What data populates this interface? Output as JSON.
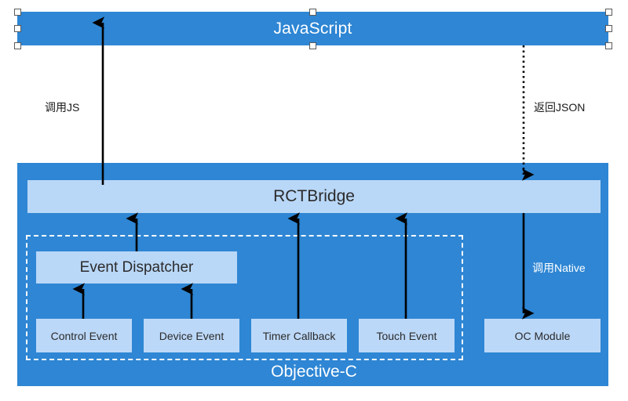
{
  "diagram": {
    "title_block": {
      "label": "JavaScript"
    },
    "native_block": {
      "caption": "Objective-C",
      "bridge": {
        "label": "RCTBridge"
      },
      "dispatcher": {
        "label": "Event Dispatcher"
      },
      "event_sources": [
        {
          "label": "Control Event"
        },
        {
          "label": "Device Event"
        },
        {
          "label": "Timer Callback"
        },
        {
          "label": "Touch Event"
        }
      ],
      "module": {
        "label": "OC Module"
      }
    },
    "edges": [
      {
        "name": "call-js",
        "label": "调用JS",
        "style": "solid",
        "direction": "up"
      },
      {
        "name": "return-json",
        "label": "返回JSON",
        "style": "dotted",
        "direction": "down"
      },
      {
        "name": "call-native",
        "label": "调用Native",
        "style": "solid",
        "direction": "down"
      }
    ],
    "colors": {
      "brand_blue": "#2E86D4",
      "light_blue": "#B9D7F7",
      "arrow": "#000000",
      "dashed_border": "#ffffff",
      "text_on_blue": "#ffffff",
      "text_dark": "#2b2b2b"
    },
    "selection": {
      "target": "JavaScript",
      "handle_count": 6
    }
  }
}
